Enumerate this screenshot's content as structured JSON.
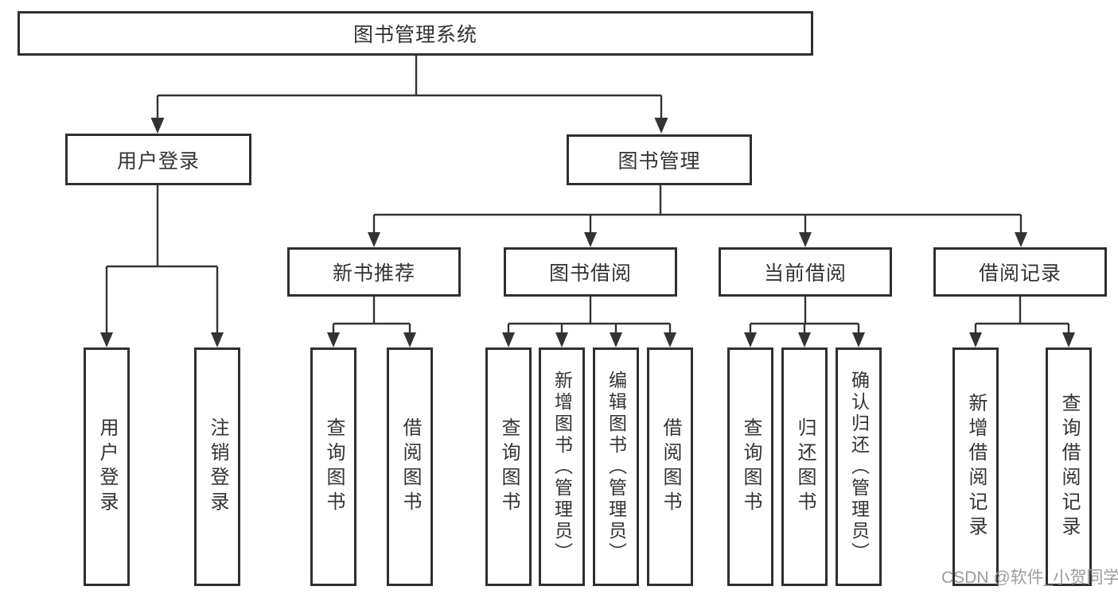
{
  "diagram_title": "图书管理系统",
  "watermark": "CSDN @软件_小贺同学",
  "colors": {
    "background": "#ffffff",
    "box_fill": "#ffffff",
    "box_border": "#2f2f2f",
    "line": "#333333",
    "text": "#333333",
    "watermark": "#9c9c9e"
  },
  "nodes": {
    "root": {
      "label": "图书管理系统"
    },
    "level2": [
      {
        "label": "用户登录"
      },
      {
        "label": "图书管理"
      }
    ],
    "level3": [
      {
        "label": "新书推荐",
        "parent": "图书管理"
      },
      {
        "label": "图书借阅",
        "parent": "图书管理"
      },
      {
        "label": "当前借阅",
        "parent": "图书管理"
      },
      {
        "label": "借阅记录",
        "parent": "图书管理"
      }
    ],
    "leaves": [
      {
        "label": "用户登录",
        "parent": "用户登录"
      },
      {
        "label": "注销登录",
        "parent": "用户登录"
      },
      {
        "label": "查询图书",
        "parent": "新书推荐"
      },
      {
        "label": "借阅图书",
        "parent": "新书推荐"
      },
      {
        "label": "查询图书",
        "parent": "图书借阅"
      },
      {
        "label": "新增图书（管理员）",
        "parent": "图书借阅"
      },
      {
        "label": "编辑图书（管理员）",
        "parent": "图书借阅"
      },
      {
        "label": "借阅图书",
        "parent": "图书借阅"
      },
      {
        "label": "查询图书",
        "parent": "当前借阅"
      },
      {
        "label": "归还图书",
        "parent": "当前借阅"
      },
      {
        "label": "确认归还（管理员）",
        "parent": "当前借阅"
      },
      {
        "label": "新增借阅记录",
        "parent": "借阅记录"
      },
      {
        "label": "查询借阅记录",
        "parent": "借阅记录"
      }
    ]
  }
}
